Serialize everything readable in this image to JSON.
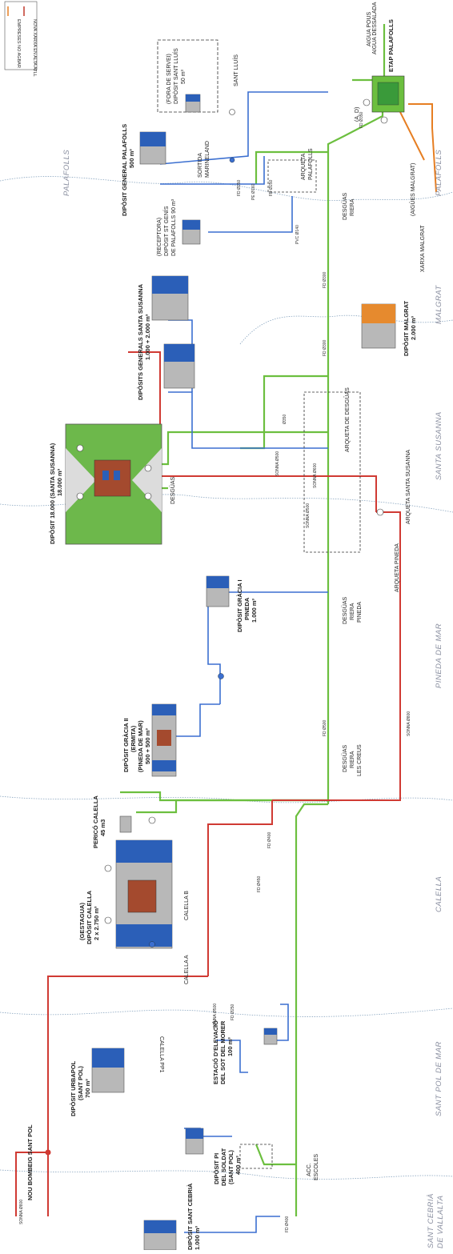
{
  "legend": {
    "items": [
      {
        "label": "EMPRESES NO AGBAR",
        "color": "#e67e22"
      },
      {
        "label": "NOVA XARXA EN ALTA ATLL",
        "color": "#c0392b"
      }
    ]
  },
  "colors": {
    "green_pipe": "#6cbf3f",
    "blue_pipe": "#3b6fd0",
    "red_pipe": "#d03a33",
    "orange_pipe": "#e67e22",
    "boundary": "#8aa6c0",
    "tank_water": "#2b5fb8",
    "tank_body": "#b8b8b8",
    "tank_orange": "#e68a2e"
  },
  "municipalities": [
    {
      "id": "palafolls",
      "name": "PALAFOLLS"
    },
    {
      "id": "malgrat",
      "name": "MALGRAT"
    },
    {
      "id": "santa-susanna",
      "name": "SANTA SUSANNA"
    },
    {
      "id": "pineda",
      "name": "PINEDA DE MAR"
    },
    {
      "id": "calella",
      "name": "CALELLA"
    },
    {
      "id": "sant-pol",
      "name": "SANT POL DE MAR"
    },
    {
      "id": "sant-cebria",
      "name": "SANT CEBRIÀ\nDE VALLALTA"
    }
  ],
  "facilities": {
    "etap": "ETAP PALAFOLLS",
    "aigua_pous": "AIGUA POUS",
    "aigua_dessalada": "AIGUA DESSALADA",
    "a_d": "(A, D)",
    "diposit_general_palafolls": [
      "DIPÒSIT GENERAL PALAFOLLS",
      "500 m³"
    ],
    "fora_servei": [
      "(FORA DE SERVEI)",
      "DIPÒSIT SANT LLUÍS",
      "50 m³"
    ],
    "sant_lluis": "SANT LLUÍS",
    "sortida_marineland": [
      "SORTIDA",
      "MARINELAND"
    ],
    "arqueta_palafolls": [
      "ARQUETA",
      "PALAFOLLS"
    ],
    "desguas_riera": [
      "DESGÜAS",
      "RIERA"
    ],
    "receptora": [
      "(RECEPTORA)",
      "DIPÒSIT ST GENÍS",
      "DE PALAFOLLS 90 m³"
    ],
    "aigues_malgrat": "(AIGÜES MALGRAT)",
    "xarxa_malgrat": "XARXA MALGRAT",
    "diposits_santa_susanna": [
      "DIPÒSITS GENERALS SANTA SUSANNA",
      "1.000 + 2.000 m³"
    ],
    "diposit_malgrat": [
      "DIPÒSIT MALGRAT",
      "2.000 m³"
    ],
    "arqueta_desguas": "ARQUETA DE DESGÜAS",
    "arqueta_santa_susanna": "ARQUETA SANTA SUSANNA",
    "diposit_18000": [
      "DIPÒSIT 18.000 (SANTA SUSANNA)",
      "18.000 m³"
    ],
    "desguas": "DESGÜAS",
    "arqueta_pineda": "ARQUETA PINEDA",
    "diposit_gracia_1": [
      "DIPÒSIT GRÀCIA I",
      "PINEDA",
      "1.000 m³"
    ],
    "desguas_riera_pineda": [
      "DESGÜAS",
      "RIERA",
      "PINEDA"
    ],
    "diposit_gracia_2": [
      "DIPÒSIT GRÀCIA II",
      "(ERMITA)",
      "(PINEDA DE MAR)",
      "500 + 500 m³"
    ],
    "desguas_les_creus": [
      "DESGÜAS",
      "RIERA",
      "LES CREUS"
    ],
    "perico_calella": [
      "PERICÓ CALELLA",
      "45 m3"
    ],
    "diposit_calella": [
      "(GESTAGUA)",
      "DIPÒSIT CALELLA",
      "2 x 2.750 m³"
    ],
    "calella_b": "CALELLA B",
    "calella_a": "CALELLA A",
    "calella_pp1": "CALELLA PP1",
    "diposit_urbapol": [
      "DIPÒSIT URBAPOL",
      "(SANT POL)",
      "700 m³"
    ],
    "estacio_elevacio": [
      "ESTACIÓ D'ELEVACIÓ",
      "DEL SOT DEL MORER",
      "100 m³"
    ],
    "acc_escoles": [
      "ACC.",
      "ESCOLES"
    ],
    "nou_bombeig": "NOU BOMBEIG SANT POL",
    "diposit_pi_soldat": [
      "DIPÒSIT PI",
      "DEL SOLDAT",
      "(SANT POL)",
      "400 m³"
    ],
    "diposit_sant_cebria": [
      "DIPÒSIT SANT CEBRIÀ",
      "1.000 m³"
    ]
  },
  "pipe_labels": {
    "pe160": "PE Ø160",
    "fd250a": "FD Ø250",
    "fd250b": "FD Ø250",
    "pvc140": "PVC Ø140",
    "fd300a": "FD Ø300",
    "fd300b": "FD Ø300",
    "fd350": "FD Ø350",
    "b350": "Ø350",
    "sonna500a": "SONNA Ø500",
    "sonna600": "SONNA Ø600",
    "sonna500b": "SONNA Ø500",
    "fd500": "FD Ø500",
    "sonna800": "SONNA Ø800",
    "fd400": "FD Ø400",
    "fd450": "FD Ø450",
    "sonna500c": "SONNA Ø500",
    "fd250c": "FD Ø250",
    "sonna800b": "SONNA Ø800",
    "fd400b": "FD Ø400"
  }
}
